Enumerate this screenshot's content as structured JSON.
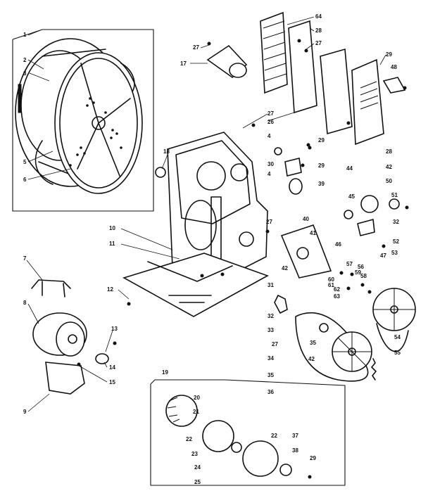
{
  "diagram": {
    "callouts": [
      {
        "id": "c1",
        "text": "1"
      },
      {
        "id": "c2",
        "text": "2"
      },
      {
        "id": "c3",
        "text": "3"
      },
      {
        "id": "c4a",
        "text": "4"
      },
      {
        "id": "c4b",
        "text": "4"
      },
      {
        "id": "c5",
        "text": "5"
      },
      {
        "id": "c6",
        "text": "6"
      },
      {
        "id": "c7",
        "text": "7"
      },
      {
        "id": "c8",
        "text": "8"
      },
      {
        "id": "c9",
        "text": "9"
      },
      {
        "id": "c10",
        "text": "10"
      },
      {
        "id": "c11",
        "text": "11"
      },
      {
        "id": "c12",
        "text": "12"
      },
      {
        "id": "c13",
        "text": "13"
      },
      {
        "id": "c14",
        "text": "14"
      },
      {
        "id": "c15",
        "text": "15"
      },
      {
        "id": "c17",
        "text": "17"
      },
      {
        "id": "c18",
        "text": "18"
      },
      {
        "id": "c19",
        "text": "19"
      },
      {
        "id": "c20",
        "text": "20"
      },
      {
        "id": "c21",
        "text": "21"
      },
      {
        "id": "c22a",
        "text": "22"
      },
      {
        "id": "c22b",
        "text": "22"
      },
      {
        "id": "c23",
        "text": "23"
      },
      {
        "id": "c24",
        "text": "24"
      },
      {
        "id": "c25",
        "text": "25"
      },
      {
        "id": "c26",
        "text": "26"
      },
      {
        "id": "c27a",
        "text": "27"
      },
      {
        "id": "c27b",
        "text": "27"
      },
      {
        "id": "c27c",
        "text": "27"
      },
      {
        "id": "c27d",
        "text": "27"
      },
      {
        "id": "c27e",
        "text": "27"
      },
      {
        "id": "c28a",
        "text": "28"
      },
      {
        "id": "c28b",
        "text": "28"
      },
      {
        "id": "c29a",
        "text": "29"
      },
      {
        "id": "c29b",
        "text": "29"
      },
      {
        "id": "c29c",
        "text": "29"
      },
      {
        "id": "c29d",
        "text": "29"
      },
      {
        "id": "c30",
        "text": "30"
      },
      {
        "id": "c31",
        "text": "31"
      },
      {
        "id": "c32a",
        "text": "32"
      },
      {
        "id": "c32b",
        "text": "32"
      },
      {
        "id": "c33",
        "text": "33"
      },
      {
        "id": "c34",
        "text": "34"
      },
      {
        "id": "c35a",
        "text": "35"
      },
      {
        "id": "c35b",
        "text": "35"
      },
      {
        "id": "c36",
        "text": "36"
      },
      {
        "id": "c37",
        "text": "37"
      },
      {
        "id": "c38",
        "text": "38"
      },
      {
        "id": "c39",
        "text": "39"
      },
      {
        "id": "c40",
        "text": "40"
      },
      {
        "id": "c41",
        "text": "41"
      },
      {
        "id": "c42a",
        "text": "42"
      },
      {
        "id": "c42b",
        "text": "42"
      },
      {
        "id": "c42c",
        "text": "42"
      },
      {
        "id": "c44",
        "text": "44"
      },
      {
        "id": "c45",
        "text": "45"
      },
      {
        "id": "c46",
        "text": "46"
      },
      {
        "id": "c47",
        "text": "47"
      },
      {
        "id": "c48",
        "text": "48"
      },
      {
        "id": "c50",
        "text": "50"
      },
      {
        "id": "c51",
        "text": "51"
      },
      {
        "id": "c52",
        "text": "52"
      },
      {
        "id": "c53",
        "text": "53"
      },
      {
        "id": "c54",
        "text": "54"
      },
      {
        "id": "c55",
        "text": "55"
      },
      {
        "id": "c56",
        "text": "56"
      },
      {
        "id": "c57",
        "text": "57"
      },
      {
        "id": "c58",
        "text": "58"
      },
      {
        "id": "c59",
        "text": "59"
      },
      {
        "id": "c60",
        "text": "60"
      },
      {
        "id": "c61",
        "text": "61"
      },
      {
        "id": "c62",
        "text": "62"
      },
      {
        "id": "c63",
        "text": "63"
      },
      {
        "id": "c64",
        "text": "64"
      }
    ]
  }
}
